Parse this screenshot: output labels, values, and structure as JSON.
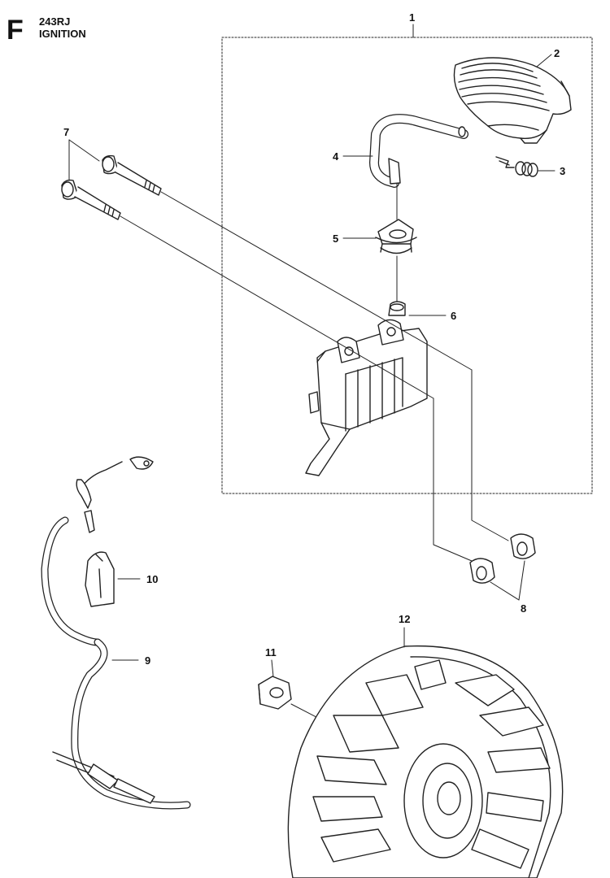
{
  "header": {
    "section_letter": "F",
    "model": "243RJ",
    "title": "IGNITION"
  },
  "callouts": [
    "1",
    "2",
    "3",
    "4",
    "5",
    "6",
    "7",
    "8",
    "9",
    "10",
    "11",
    "12"
  ]
}
